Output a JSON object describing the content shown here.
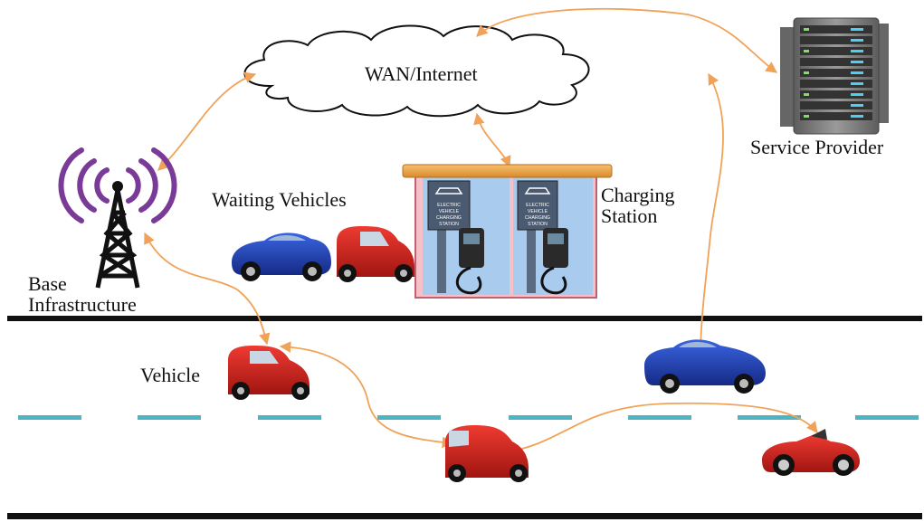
{
  "labels": {
    "wan": "WAN/Internet",
    "service_provider": "Service Provider",
    "waiting_vehicles": "Waiting Vehicles",
    "charging_station_line1": "Charging",
    "charging_station_line2": "Station",
    "base_line1": "Base",
    "base_line2": "Infrastructure",
    "vehicle": "Vehicle",
    "sign_text": [
      "ELECTRIC",
      "VEHICLE",
      "CHARGING",
      "STATION"
    ]
  },
  "colors": {
    "link": "#f0a258",
    "road": "#111111",
    "lane_dash": "#4fb3c2",
    "tower_waves": "#7a3a98",
    "car_red": "#d3201b",
    "car_blue": "#1f3fae",
    "station_roof": "#f0a040",
    "station_panel": "#a9cbee",
    "server_body": "#7c7c7c"
  }
}
